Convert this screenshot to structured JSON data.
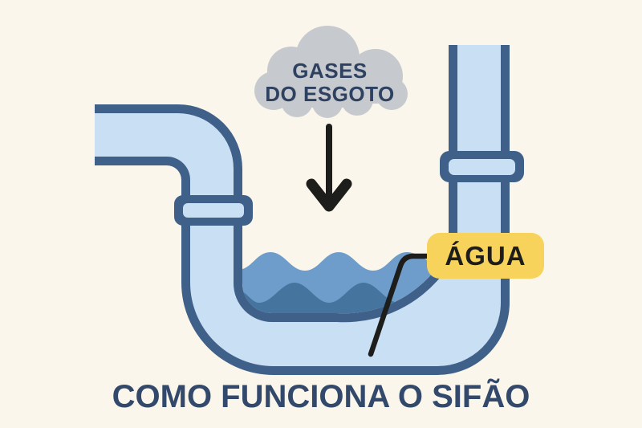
{
  "diagram": {
    "title": "COMO FUNCIONA O SIFÃO",
    "cloud": {
      "line1": "GASES",
      "line2": "DO ESGOTO"
    },
    "water_label": "ÁGUA"
  },
  "colors": {
    "background": "#fbf6eb",
    "pipe_fill": "#c9dff3",
    "pipe_border": "#3f6189",
    "water_light": "#6f9dcb",
    "water_dark": "#45759f",
    "cloud_gray": "#c6c9ce",
    "cloud_text": "#2e4160",
    "title_text": "#32496b",
    "label_yellow": "#f7d35c",
    "ink_black": "#1d1d1b"
  }
}
